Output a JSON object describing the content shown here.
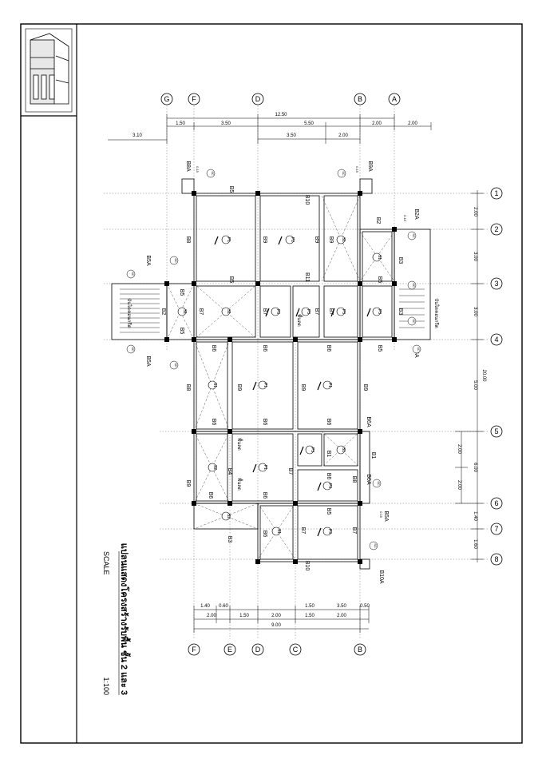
{
  "title_block": {
    "title": "แปลนแสดงโครงสร้างรับพื้น ชั้น 2 และ 3",
    "scale_label": "SCALE",
    "scale_value": "1:100"
  },
  "grid": {
    "lettered": [
      "G",
      "F",
      "D",
      "B",
      "A"
    ],
    "lettered_bottom": [
      "F",
      "E",
      "D",
      "C",
      "B"
    ],
    "numbered": [
      "1",
      "2",
      "3",
      "4",
      "5",
      "6",
      "7",
      "8"
    ]
  },
  "dimensions": {
    "top_total": "12.50",
    "top_segments": [
      "1.50",
      "3.50",
      "5.50",
      "2.00",
      "2.00"
    ],
    "top_secondary": [
      "3.50",
      "2.00"
    ],
    "top_left": "3.10",
    "right_total": "20.00",
    "right_segments": [
      "2.00",
      "3.00",
      "3.00",
      "5.00",
      "6.00",
      "1.40",
      "1.60"
    ],
    "right_inner": [
      "2.00",
      "2.00"
    ],
    "bottom_total": "9.00",
    "bottom_segments_a": [
      "1.40",
      "0.60",
      "1.50",
      "3.50",
      "0.50"
    ],
    "bottom_segments_b": [
      "2.00",
      "1.50",
      "2.00",
      "1.50",
      "2.00"
    ]
  },
  "beams": [
    "B1",
    "B2",
    "B2A",
    "B3",
    "B4",
    "B5",
    "B5A",
    "B6",
    "B6A",
    "B7",
    "B8",
    "B8A",
    "B9",
    "B9A",
    "B10",
    "B10A",
    "B11"
  ],
  "slabs": [
    "S1",
    "S2",
    "P1",
    "P2",
    "P3",
    "SC"
  ],
  "notes": {
    "stair": "บันไดคอนกรีต",
    "drop": "พื้นลด",
    "small_dim": "0.15"
  }
}
